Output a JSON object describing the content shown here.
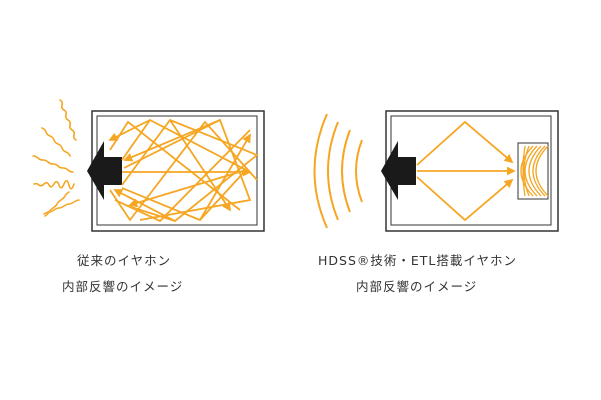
{
  "colors": {
    "accent": "#F5A623",
    "frame": "#333333",
    "speaker": "#1a1a1a",
    "text": "#333333"
  },
  "left_panel": {
    "caption_line1": "従来のイヤホン",
    "caption_line2": "内部反響のイメージ"
  },
  "right_panel": {
    "caption_line1": "HDSS®技術・ETL搭載イヤホン",
    "caption_line2": "内部反響のイメージ"
  }
}
